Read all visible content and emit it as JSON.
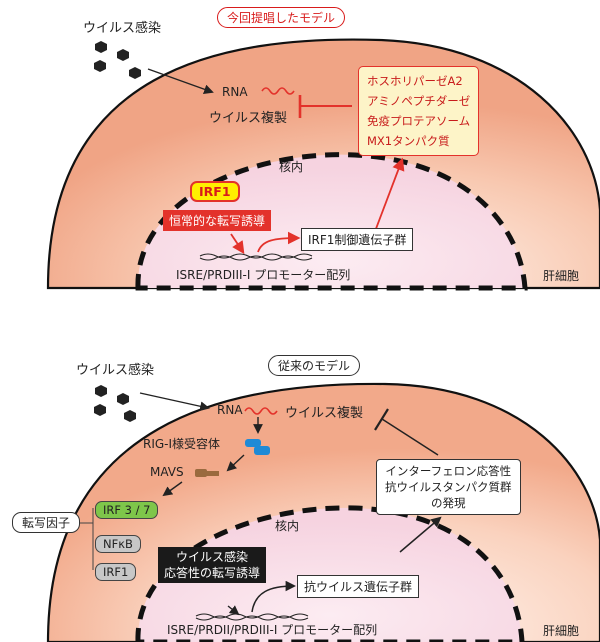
{
  "top": {
    "model_label": "今回提唱したモデル",
    "virus_infection": "ウイルス感染",
    "rna": "RNA",
    "virus_replication": "ウイルス複製",
    "nucleus": "核内",
    "irf1": "IRF1",
    "constitutive": "恒常的な転写誘導",
    "irf1_genes": "IRF1制御遺伝子群",
    "promoter": "ISRE/PRDIII-I プロモーター配列",
    "hepatocyte": "肝細胞",
    "effectors": [
      "ホスホリパーゼA2",
      "アミノペプチダーゼ",
      "免疫プロテアソーム",
      "MX1タンパク質"
    ]
  },
  "bottom": {
    "model_label": "従来のモデル",
    "virus_infection": "ウイルス感染",
    "rna": "RNA",
    "virus_replication": "ウイルス複製",
    "rig_i": "RIG-I様受容体",
    "mavs": "MAVS",
    "transcription_factors": "転写因子",
    "irf37": "IRF 3 / 7",
    "nfkb": "NFκB",
    "irf1": "IRF1",
    "nucleus": "核内",
    "response_induction": [
      "ウイルス感染",
      "応答性の転写誘導"
    ],
    "antiviral_genes": "抗ウイルス遺伝子群",
    "ifn_lines": [
      "インターフェロン応答性",
      "抗ウイルスタンパク質群",
      "の発現"
    ],
    "promoter": "ISRE/PRDII/PRDIII-I プロモーター配列",
    "hepatocyte": "肝細胞"
  },
  "colors": {
    "cell_fill": "#f2a98a",
    "nucleus_fill": "#f9dde8",
    "red": "#e3322b",
    "yellow_box": "#fdf4c8",
    "green": "#7ec64a",
    "gray": "#c7c7c7",
    "rig_blue": "#1f8ad6",
    "mavs_brown": "#9a6a3e"
  }
}
